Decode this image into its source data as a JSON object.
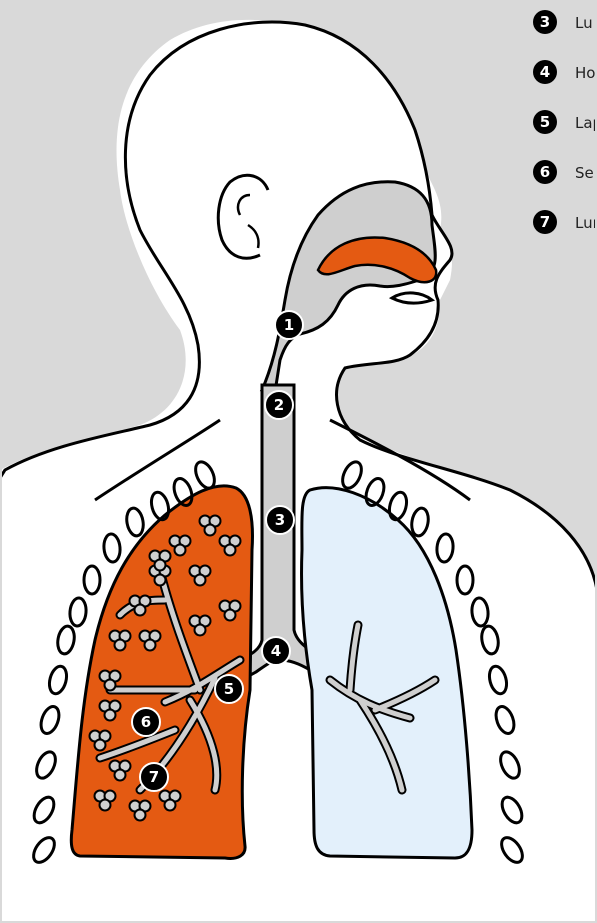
{
  "colors": {
    "background": "#d9d9d9",
    "airway": "#cfcfcf",
    "lung_left": "#e45a12",
    "lung_right": "#e3f0fb",
    "nasal": "#e45a12",
    "outline": "#000000",
    "badge": "#000000"
  },
  "legend": [
    {
      "number": "3",
      "text": "Lu"
    },
    {
      "number": "4",
      "text": "Ho"
    },
    {
      "number": "5",
      "text": "Lap"
    },
    {
      "number": "6",
      "text": "Se"
    },
    {
      "number": "7",
      "text": "Lun"
    }
  ],
  "markers": [
    "1",
    "2",
    "3",
    "4",
    "5",
    "6",
    "7"
  ]
}
